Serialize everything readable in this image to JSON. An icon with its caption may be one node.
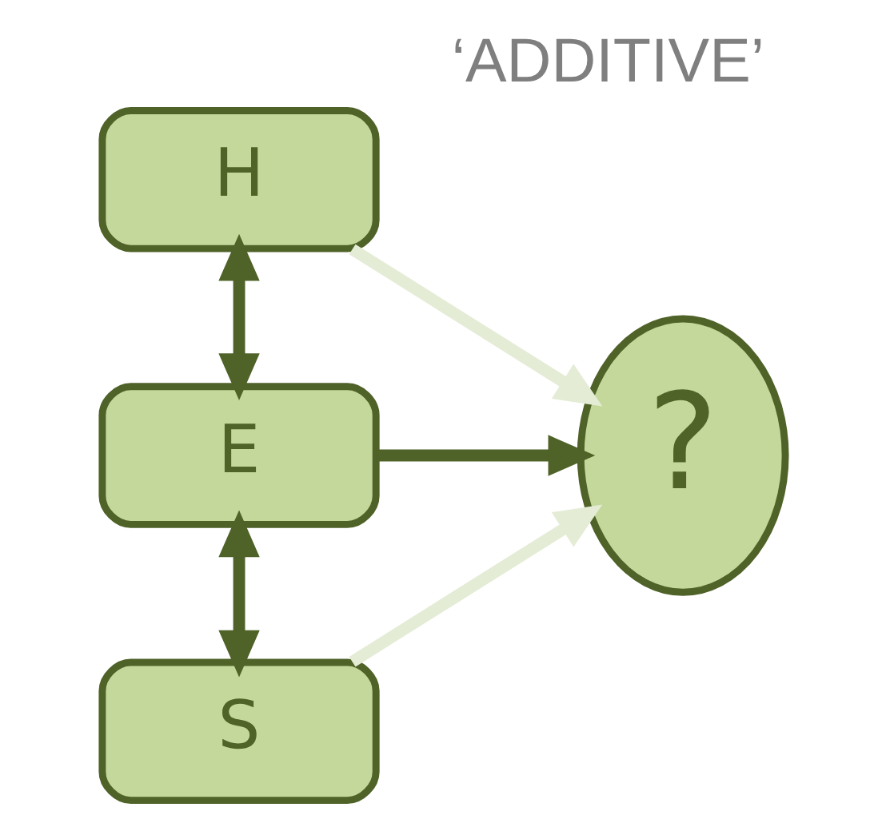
{
  "diagram": {
    "title": "‘ADDITIVE’",
    "nodes": [
      {
        "text": [
          "H"
        ]
      },
      {
        "text": [
          "E"
        ]
      },
      {
        "text": [
          "S"
        ]
      },
      {
        "text": [
          "?"
        ]
      }
    ],
    "edges": [
      {
        "from": 0,
        "to": 1,
        "arrow": "both",
        "color": "#4f6228"
      },
      {
        "from": 1,
        "to": 2,
        "arrow": "both",
        "color": "#4f6228"
      },
      {
        "from": 0,
        "to": 3,
        "arrow": "to",
        "color": "#e4ecd6"
      },
      {
        "from": 1,
        "to": 3,
        "arrow": "to",
        "color": "#4f6228"
      },
      {
        "from": 2,
        "to": 3,
        "arrow": "to",
        "color": "#e4ecd6"
      }
    ]
  }
}
